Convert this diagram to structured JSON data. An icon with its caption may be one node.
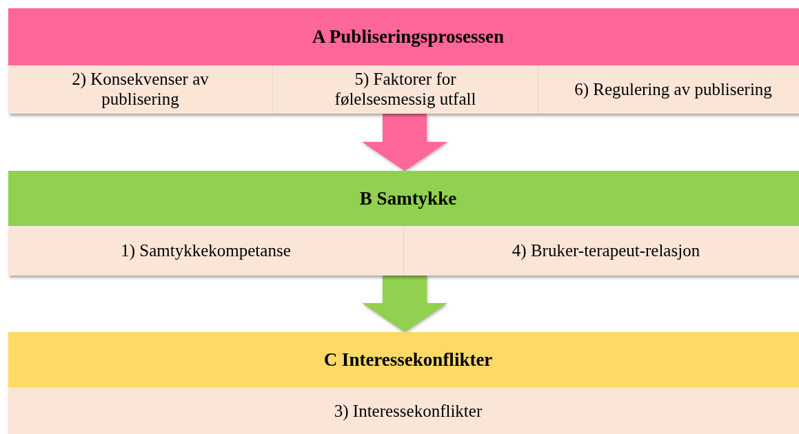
{
  "diagram": {
    "nodes": [
      {
        "text": [
          "A Publiseringsprosessen"
        ]
      },
      {
        "text": [
          "2) Konsekvenser av publisering"
        ],
        "in": 0
      },
      {
        "text": [
          "5) Faktorer for følelsesmessig utfall"
        ],
        "in": 0
      },
      {
        "text": [
          "6) Regulering av publisering"
        ],
        "in": 0
      },
      {
        "text": [
          "B Samtykke"
        ]
      },
      {
        "text": [
          "1) Samtykkekompetanse"
        ],
        "in": 4
      },
      {
        "text": [
          "4) Bruker-terapeut-relasjon"
        ],
        "in": 4
      },
      {
        "text": [
          "C Interessekonflikter"
        ]
      },
      {
        "text": [
          "3) Interessekonflikter"
        ],
        "in": 7
      }
    ],
    "edges": [
      {
        "from": 0,
        "to": 4,
        "arrow": "to",
        "color": "#ff6699"
      },
      {
        "from": 4,
        "to": 7,
        "arrow": "to",
        "color": "#92d050"
      }
    ]
  }
}
